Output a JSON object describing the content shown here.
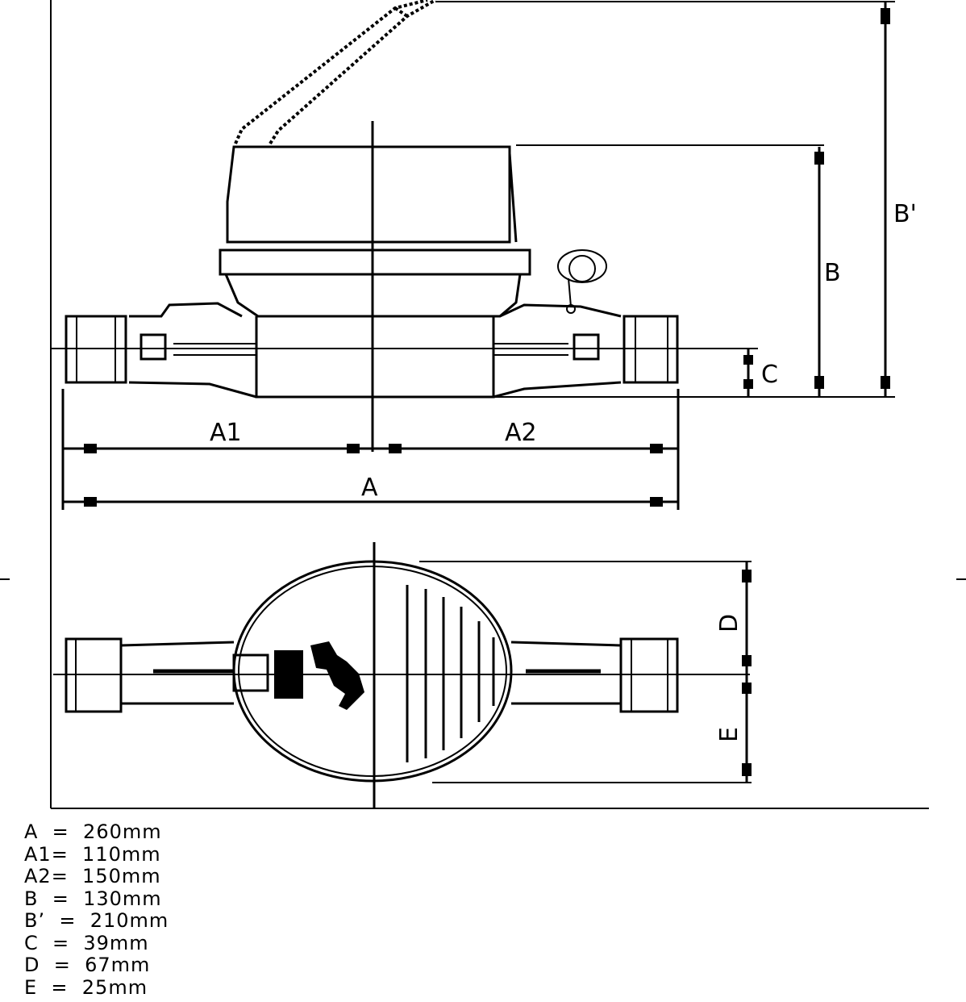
{
  "dimension_labels": {
    "A": "A",
    "A1": "A1",
    "A2": "A2",
    "B": "B",
    "B_prime": "B'",
    "C": "C",
    "D": "D",
    "E": "E"
  },
  "legend": [
    {
      "text": "A  =  260mm"
    },
    {
      "text": "A1=  110mm"
    },
    {
      "text": "A2=  150mm"
    },
    {
      "text": "B  =  130mm"
    },
    {
      "text": "B’  =  210mm"
    },
    {
      "text": "C  =  39mm"
    },
    {
      "text": "D  =  67mm"
    },
    {
      "text": "E  =  25mm"
    }
  ]
}
